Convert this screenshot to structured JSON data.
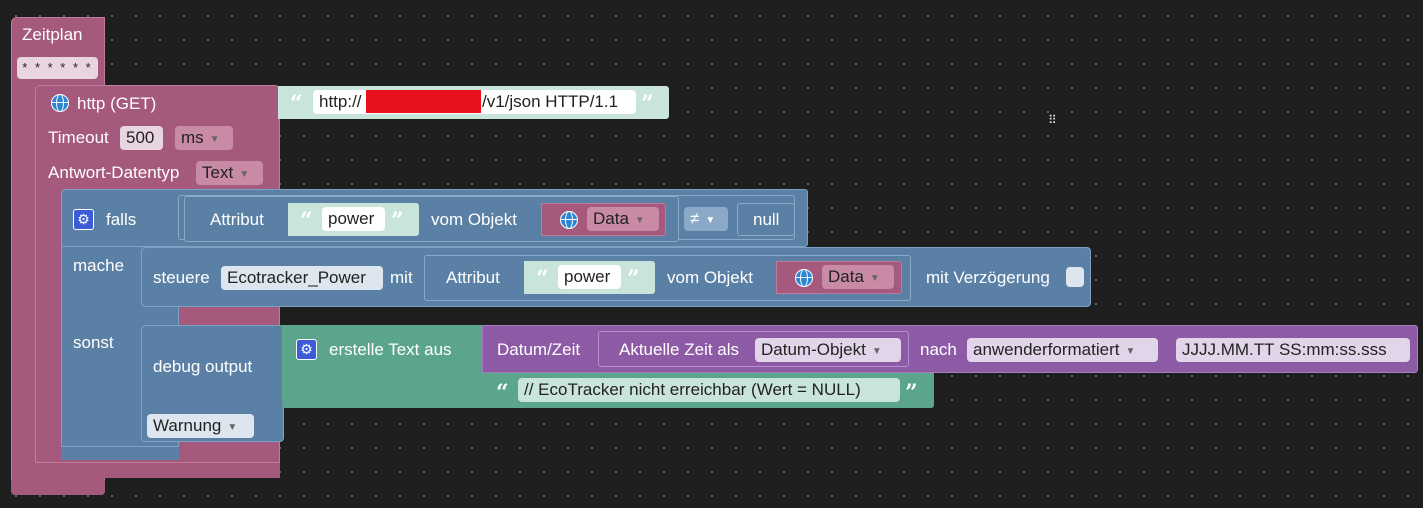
{
  "schedule": {
    "label": "Zeitplan",
    "cron": "* * * * * *"
  },
  "http": {
    "label": "http (GET)",
    "url_prefix": "http://",
    "url_suffix": "/v1/json HTTP/1.1",
    "timeout_label": "Timeout",
    "timeout_value": "500",
    "timeout_unit": "ms",
    "response_type_label": "Antwort-Datentyp",
    "response_type_value": "Text"
  },
  "if_block": {
    "if_label": "falls",
    "do_label": "mache",
    "else_label": "sonst",
    "condition": {
      "attr_label": "Attribut",
      "attr_name": "power",
      "of_object_label": "vom Objekt",
      "object_var": "Data",
      "operator": "≠",
      "compare_value": "null"
    }
  },
  "control": {
    "label": "steuere",
    "target": "Ecotracker_Power",
    "with_label": "mit",
    "attr_label": "Attribut",
    "attr_name": "power",
    "of_object_label": "vom Objekt",
    "object_var": "Data",
    "delay_label": "mit Verzögerung"
  },
  "debug": {
    "label": "debug output",
    "level": "Warnung"
  },
  "create_text": {
    "label": "erstelle Text aus",
    "datetime_label": "Datum/Zeit",
    "current_time_label": "Aktuelle Zeit als",
    "current_time_format": "Datum-Objekt",
    "to_label": "nach",
    "format_type": "anwenderformatiert",
    "format_pattern": "JJJJ.MM.TT SS:mm:ss.sss",
    "message": "// EcoTracker nicht erreichbar (Wert = NULL)"
  },
  "colors": {
    "schedule_block": "#a5597c",
    "http_block": "#a5597c",
    "logic_block": "#5b80a5",
    "text_block": "#5ba58c",
    "datetime_block": "#8d5ba5",
    "text_literal": "#c9e4da",
    "background": "#1e1e1e"
  }
}
